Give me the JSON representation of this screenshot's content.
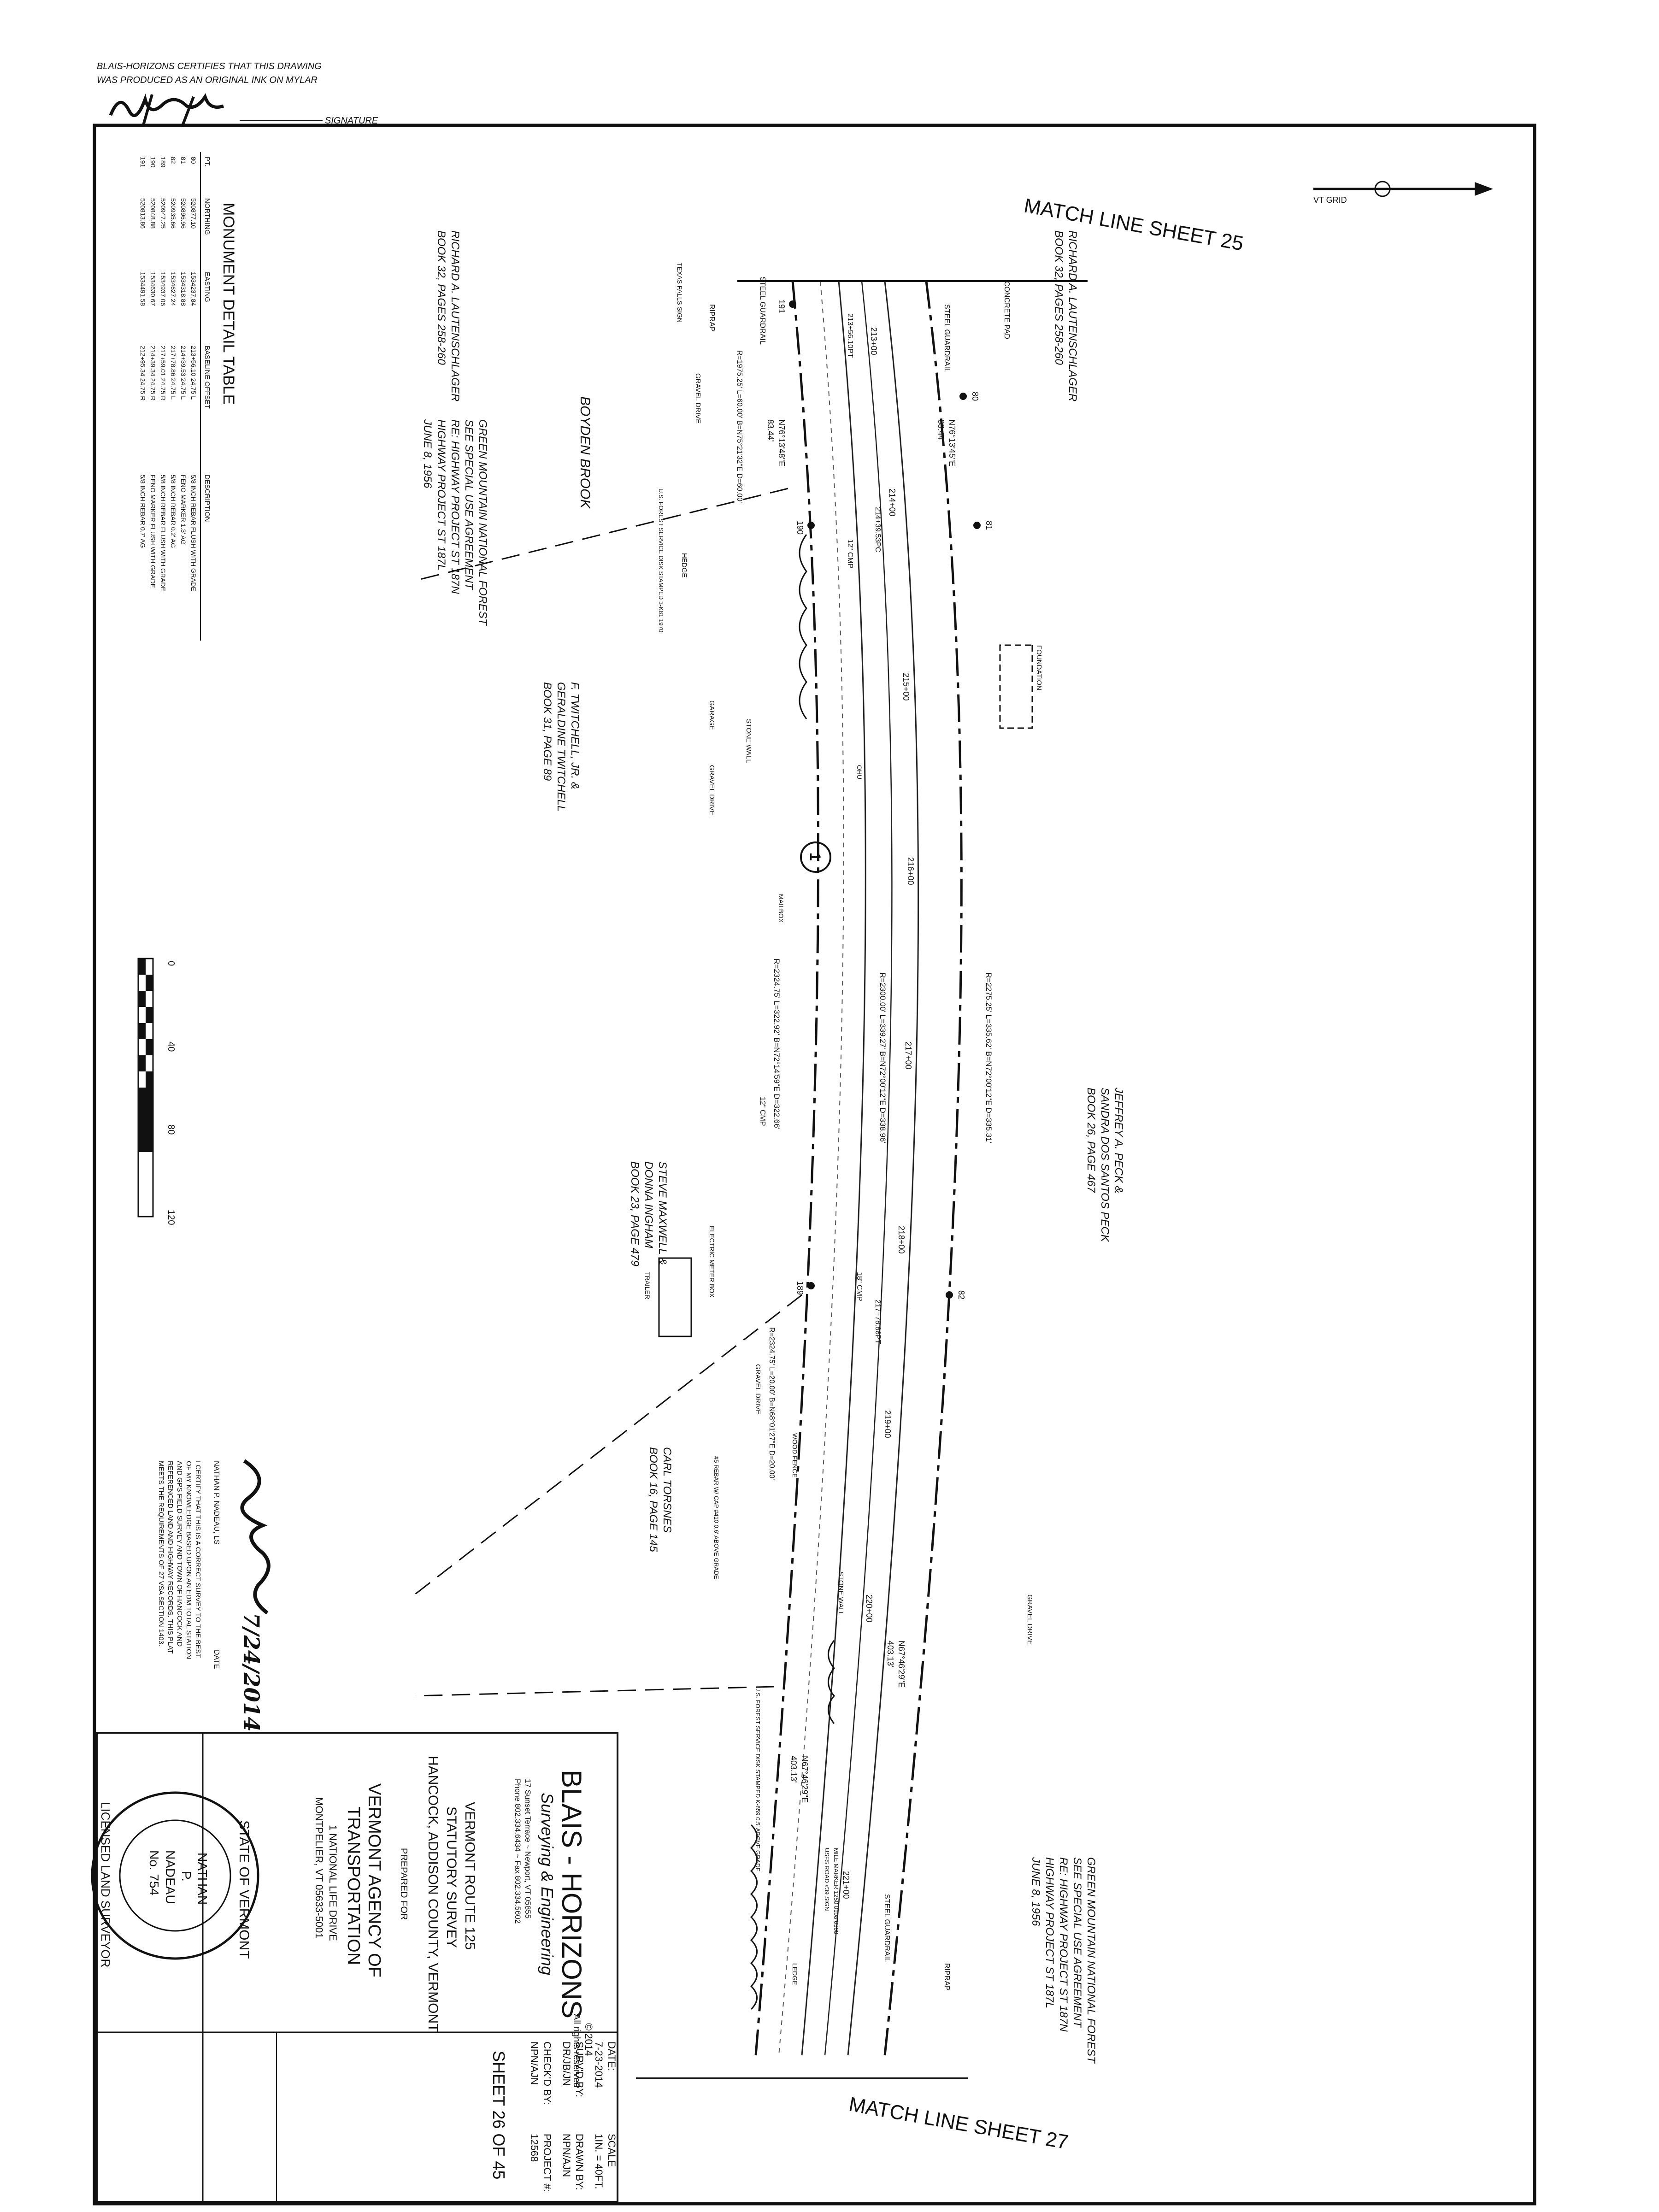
{
  "certification": {
    "line1": "BLAIS-HORIZONS CERTIFIES THAT THIS DRAWING",
    "line2": "WAS PRODUCED AS AN ORIGINAL INK ON MYLAR",
    "signature_label": "SIGNATURE"
  },
  "match_lines": {
    "top": "MATCH LINE SHEET 25",
    "bottom": "MATCH LINE SHEET 27"
  },
  "grid_label": "VT GRID",
  "owners": [
    {
      "lines": [
        "RICHARD A. LAUTENSCHLAGER",
        "BOOK 32, PAGES 258-260"
      ]
    },
    {
      "lines": [
        "RICHARD A. LAUTENSCHLAGER",
        "BOOK 32, PAGES 258-260"
      ]
    },
    {
      "lines": [
        "GREEN MOUNTAIN NATIONAL FOREST",
        "SEE SPECIAL USE AGREEMENT",
        "RE: HIGHWAY PROJECT ST 187N",
        "HIGHWAY PROJECT ST 187L",
        "JUNE 8, 1956"
      ]
    },
    {
      "lines": [
        "F. TWITCHELL, JR. &",
        "GERALDINE TWITCHELL",
        "BOOK 31, PAGE 89"
      ]
    },
    {
      "lines": [
        "JEFFREY A. PECK &",
        "SANDRA DOS SANTOS PECK",
        "BOOK 26, PAGE 467"
      ]
    },
    {
      "lines": [
        "STEVE MAXWELL &",
        "DONNA INGHAM",
        "BOOK 23, PAGE 479"
      ]
    },
    {
      "lines": [
        "CARL TORSNES",
        "BOOK 16, PAGE 145"
      ]
    },
    {
      "lines": [
        "GREEN MOUNTAIN NATIONAL FOREST",
        "SEE SPECIAL USE AGREEMENT",
        "RE: HIGHWAY PROJECT ST 187N",
        "HIGHWAY PROJECT ST 187L",
        "JUNE 8, 1956"
      ]
    }
  ],
  "labels": {
    "boyden_brook": "BOYDEN BROOK",
    "concrete_pad": "CONCRETE PAD",
    "steel_guardrail": "STEEL GUARDRAIL",
    "riprap": "RIPRAP",
    "texas_falls_sign": "TEXAS FALLS SIGN",
    "gravel_drive": "GRAVEL DRIVE",
    "foundation": "FOUNDATION",
    "garage": "GARAGE",
    "stone_wall": "STONE WALL",
    "hedge": "HEDGE",
    "mailbox": "MAILBOX",
    "electric_meter_box": "ELECTRIC METER BOX",
    "trailer": "TRAILER",
    "wood_fence": "WOOD FENCE",
    "ledge": "LEDGE",
    "mile_marker": "MILE MARKER 1250 0108 0300",
    "usfs_sign": "USFS ROAD #39 SIGN",
    "usfs_disk": "U.S. FOREST SERVICE DISK STAMPED 3-K81 1970",
    "usfs_disk2": "U.S. FOREST SERVICE DISK STAMPED K-659 0.5' ABOVE GRADE",
    "rebar_cap": "#5 REBAR W/ CAP #410 0.6' ABOVE GRADE",
    "stations": [
      "213+00",
      "214+00",
      "215+00",
      "216+00",
      "217+00",
      "218+00",
      "219+00",
      "220+00",
      "221+00"
    ],
    "pcs": [
      "213+56.10PT",
      "214+39.53PC",
      "217+78.86PT"
    ],
    "bearings": [
      "N76°13'45\"E",
      "N76°13'48\"E",
      "N67°46'29\"E",
      "N67°46'29\"E"
    ],
    "distances": [
      "83.44'",
      "83.44'",
      "403.13'",
      "403.13'"
    ],
    "curves": [
      "R=1975.25' L=60.00' B=N75°21'32\"E D=60.00'",
      "R=2275.25' L=335.62' B=N72°00'12\"E D=335.31'",
      "R=2300.00' L=339.27' B=N72°00'12\"E D=338.96'",
      "R=2324.75' L=322.92' B=N72°14'59\"E D=322.66'",
      "R=2324.75' L=20.00' B=N68°01'27\"E D=20.00'"
    ],
    "pipes": [
      "12\" CMP",
      "18\" CMP",
      "12\" CMP"
    ],
    "ohu": "OHU",
    "point_numbers": [
      "80",
      "81",
      "82",
      "189",
      "190",
      "191"
    ],
    "circle_number": "1"
  },
  "monument_table": {
    "title": "MONUMENT DETAIL TABLE",
    "headers": [
      "PT.",
      "NORTHING",
      "EASTING",
      "BASELINE OFFSET",
      "DESCRIPTION"
    ],
    "rows": [
      [
        "80",
        "520877.10",
        "1534237.84",
        "213+56.10 24.75 L",
        "5/8 INCH REBAR FLUSH WITH GRADE"
      ],
      [
        "81",
        "520896.96",
        "1534318.88",
        "214+39.53 24.75 L",
        "FENO MARKER 1.3' AG"
      ],
      [
        "82",
        "520935.66",
        "1534627.24",
        "217+78.86 24.75 L",
        "5/8 INCH REBAR 0.2' AG"
      ],
      [
        "189",
        "520947.25",
        "1534937.06",
        "217+59.01 24.75 R",
        "5/8 INCH REBAR FLUSH WITH GRADE"
      ],
      [
        "190",
        "520848.88",
        "1534630.67",
        "214+39.34 24.75 R",
        "FENO MARKER FLUSH WITH GRADE"
      ],
      [
        "191",
        "520813.86",
        "1534491.58",
        "212+95.34 24.75 R",
        "5/8 INCH REBAR 0.7' AG"
      ]
    ]
  },
  "scale_bar": [
    "0",
    "40",
    "80",
    "120"
  ],
  "surveyor_cert": {
    "name": "NATHAN P. NADEAU, LS",
    "date_label": "DATE",
    "signature_date": "7/24/2014",
    "text": [
      "I CERTIFY THAT THIS IS A CORRECT SURVEY TO THE BEST",
      "OF MY KNOWLEDGE BASED UPON AN EDM TOTAL STATION",
      "AND GPS FIELD SURVEY AND TOWN OF HANCOCK AND",
      "REFERENCED LAND AND HIGHWAY RECORDS. THIS PLAT",
      "MEETS THE REQUIREMENTS OF 27 VSA SECTION 1403."
    ]
  },
  "title_block": {
    "company": "BLAIS - HORIZONS",
    "tagline": "Surveying & Engineering",
    "address": "17 Sunset Terrace ~ Newport, VT 05855",
    "phone": "Phone 802.334.6434 ~ Fax 802.334.5602",
    "copyright": "© 2014",
    "rights": "All rights reserved",
    "project_line1": "VERMONT ROUTE 125",
    "project_line2": "STATUTORY SURVEY",
    "project_line3": "HANCOCK, ADDISON COUNTY, VERMONT",
    "prepared_for": "PREPARED FOR",
    "client_line1": "VERMONT AGENCY OF",
    "client_line2": "TRANSPORTATION",
    "client_line3": "1 NATIONAL LIFE DRIVE",
    "client_line4": "MONTPELIER, VT 05633-5001",
    "cells": [
      {
        "label": "DATE:",
        "value": "7-23-2014"
      },
      {
        "label": "SCALE",
        "value": "1IN. = 40FT."
      },
      {
        "label": "SURV'D BY:",
        "value": "DR/JB/JN"
      },
      {
        "label": "DRAWN BY:",
        "value": "NPN/AJN"
      },
      {
        "label": "CHECK'D BY:",
        "value": "NPN/AJN"
      },
      {
        "label": "PROJECT #:",
        "value": "12568"
      }
    ],
    "sheet": "SHEET 26 OF 45"
  },
  "seal": {
    "state": "STATE OF VERMONT",
    "name1": "NATHAN",
    "name2": "P.",
    "name3": "NADEAU",
    "number": "No. 754",
    "licensed": "LICENSED LAND SURVEYOR"
  }
}
